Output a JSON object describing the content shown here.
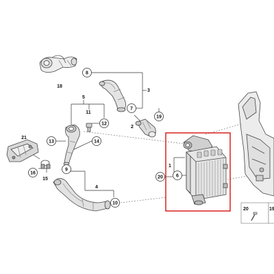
{
  "diagram": {
    "highlight_color": "#d9201f",
    "line_color": "#333333",
    "circled_callouts": [
      "8",
      "7",
      "19",
      "12",
      "13",
      "14",
      "16",
      "9",
      "10",
      "20",
      "6"
    ],
    "plain_labels": [
      "18",
      "3",
      "5",
      "11",
      "2",
      "21",
      "15",
      "4",
      "1"
    ],
    "thumbnail_labels": [
      "20",
      "19"
    ],
    "parts": [
      {
        "name": "upper-intake-pipe"
      },
      {
        "name": "curved-charge-hose"
      },
      {
        "name": "hose-connector"
      },
      {
        "name": "throttle-elbow"
      },
      {
        "name": "bracket-assembly"
      },
      {
        "name": "lower-charge-hose"
      },
      {
        "name": "intercooler"
      },
      {
        "name": "air-duct-housing"
      }
    ]
  }
}
